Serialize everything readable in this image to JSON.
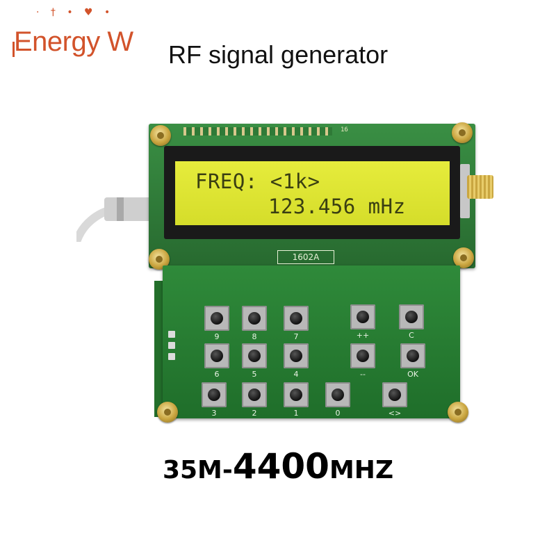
{
  "header": {
    "brand": "Energy W",
    "brand_color": "#d2532b",
    "title": "RF signal generator"
  },
  "device": {
    "lcd_line1": "FREQ: <1k>",
    "lcd_line2": "123.456 mHz",
    "model": "1602A",
    "pin_number": "16",
    "keys_row1": [
      "9",
      "8",
      "7",
      "++",
      "C"
    ],
    "keys_row2": [
      "6",
      "5",
      "4",
      "--",
      "OK"
    ],
    "keys_row3": [
      "3",
      "2",
      "1",
      "0",
      "<>"
    ]
  },
  "footer": {
    "range_start": "35M-",
    "range_big": "4400",
    "range_unit": "MHZ"
  }
}
